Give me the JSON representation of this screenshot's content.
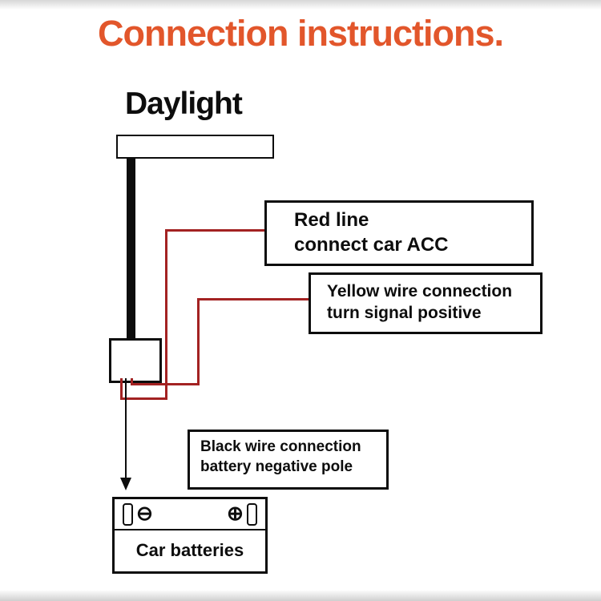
{
  "title": "Connection instructions.",
  "colors": {
    "title": "#e2562b",
    "wire_red": "#a32222",
    "ink": "#0d0d0d"
  },
  "daylight": {
    "label": "Daylight"
  },
  "notes": {
    "red": {
      "line1": "Red line",
      "line2": "connect car ACC"
    },
    "yellow": {
      "line1": "Yellow wire connection",
      "line2": "turn signal positive"
    },
    "black": {
      "line1": "Black wire connection",
      "line2": "battery negative pole"
    }
  },
  "battery": {
    "label": "Car batteries",
    "negative_symbol": "⊖",
    "positive_symbol": "⊕"
  }
}
